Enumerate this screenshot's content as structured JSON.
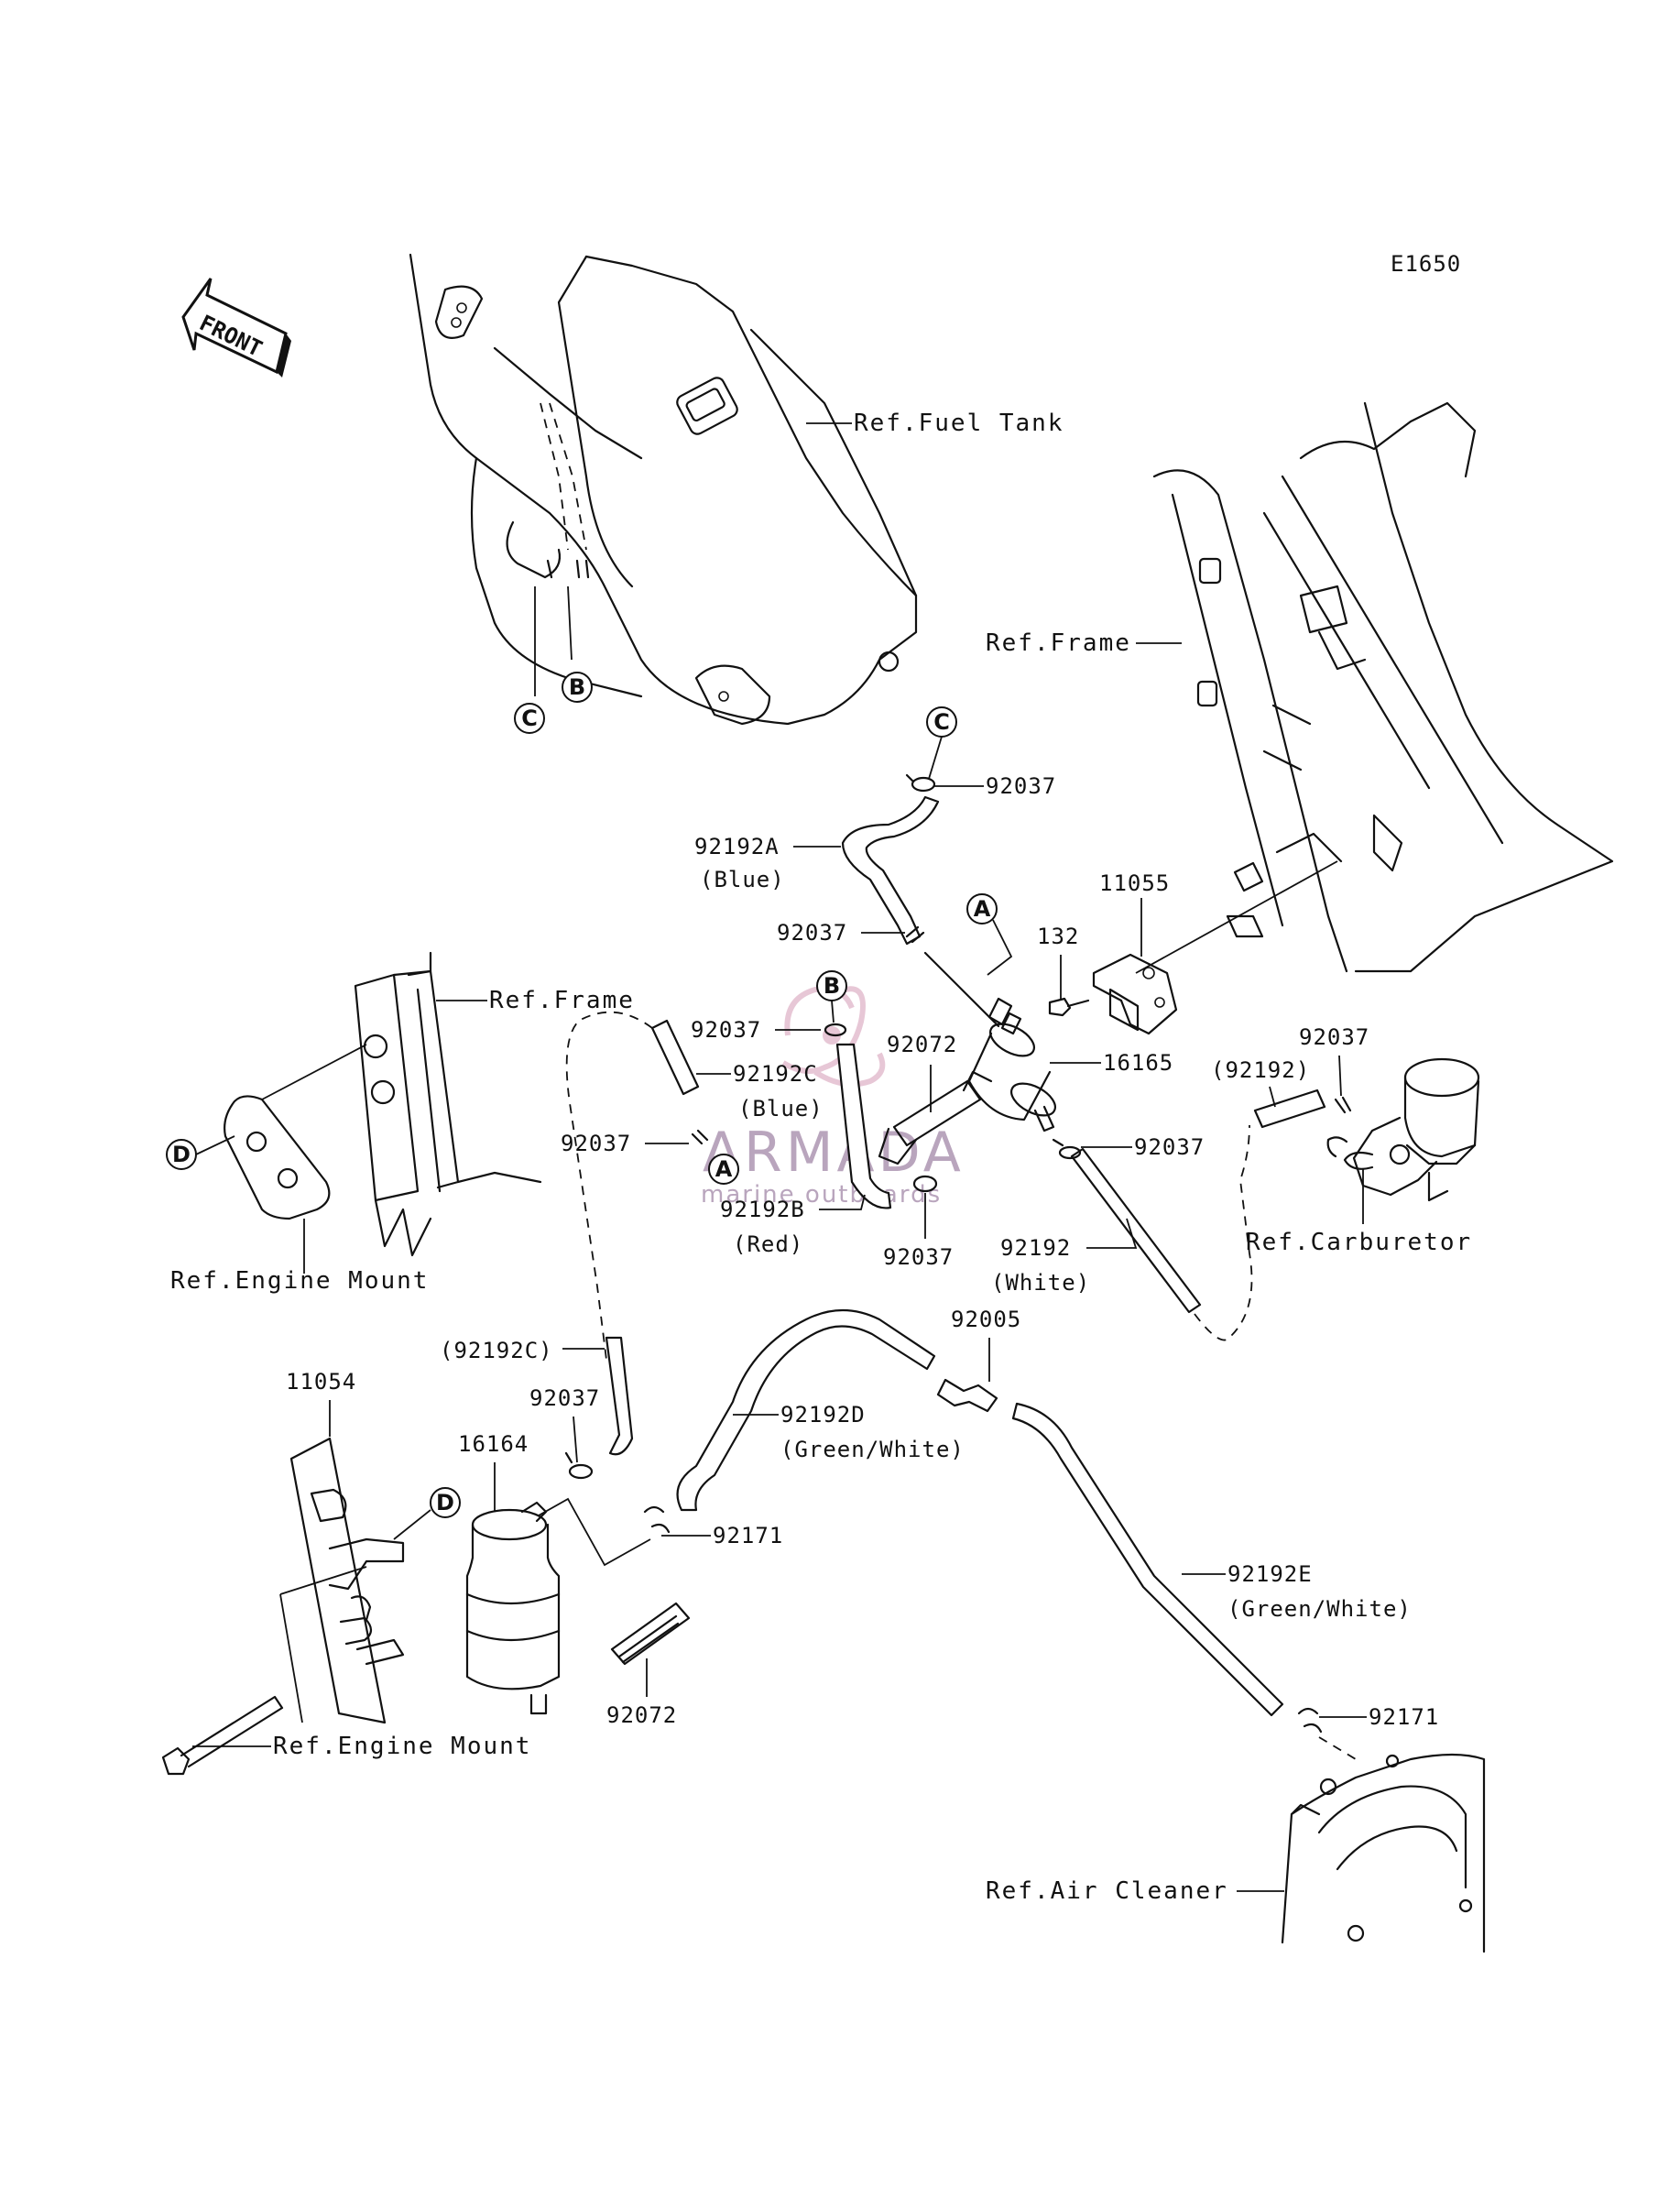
{
  "diagram_code": "E1650",
  "front_label": "FRONT",
  "watermark": {
    "brand": "ARMADA",
    "tagline": "marine outboards",
    "color": "#b9a5bd"
  },
  "refs": {
    "fuel_tank": "Ref.Fuel Tank",
    "frame_right": "Ref.Frame",
    "frame_left": "Ref.Frame",
    "engine_mount_upper": "Ref.Engine Mount",
    "engine_mount_lower": "Ref.Engine Mount",
    "carburetor": "Ref.Carburetor",
    "air_cleaner": "Ref.Air Cleaner"
  },
  "callouts": {
    "a1": "A",
    "a2": "A",
    "b1": "B",
    "b2": "B",
    "c1": "C",
    "c2": "C",
    "d1": "D",
    "d2": "D"
  },
  "parts": {
    "p92037_c": "92037",
    "p92192a": "92192A",
    "p92192a_color": "(Blue)",
    "p92037_a": "92037",
    "p11055": "11055",
    "p132": "132",
    "p92037_b": "92037",
    "p92192c": "92192C",
    "p92192c_color": "(Blue)",
    "p92072_upper": "92072",
    "p16165": "16165",
    "p92192_paren": "(92192)",
    "p92037_carb": "92037",
    "p92037_left": "92037",
    "p92037_right": "92037",
    "p92192b": "92192B",
    "p92192b_color": "(Red)",
    "p92037_lower": "92037",
    "p92192": "92192",
    "p92192_color": "(White)",
    "p92005": "92005",
    "p92192c_paren": "(92192C)",
    "p92037_canister": "92037",
    "p11054": "11054",
    "p16164": "16164",
    "p92192d": "92192D",
    "p92192d_color": "(Green/White)",
    "p92171_upper": "92171",
    "p92072_lower": "92072",
    "p92192e": "92192E",
    "p92192e_color": "(Green/White)",
    "p92171_lower": "92171"
  }
}
